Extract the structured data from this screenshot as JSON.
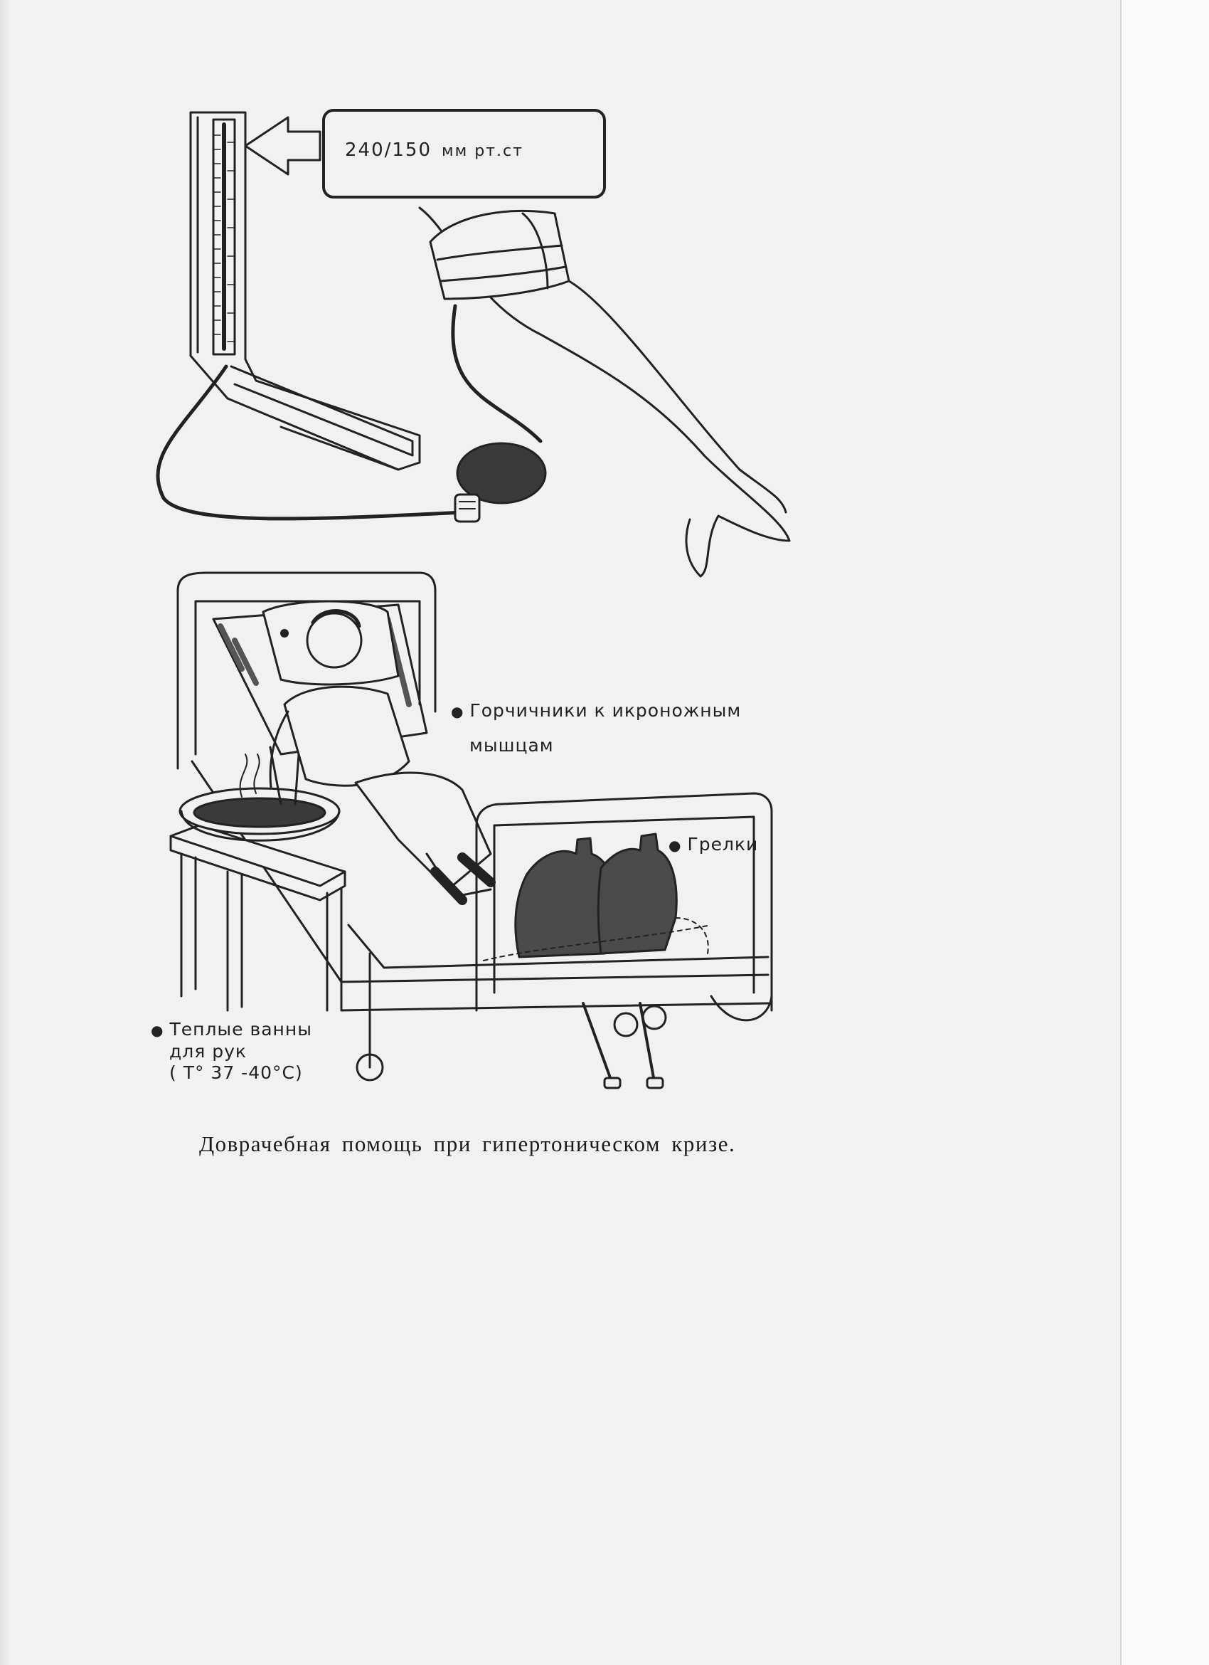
{
  "figure": {
    "bp_reading": "240/150",
    "bp_unit": "мм рт.ст",
    "mustard_plasters_line1": "Горчичники к икроножным",
    "mustard_plasters_line2": "мышцам",
    "heating_pads": "Грелки",
    "warm_baths_line1": "Теплые ванны",
    "warm_baths_line2": "для рук",
    "warm_baths_line3": "( T° 37 -40°C)",
    "bullet": "●"
  },
  "caption": "Доврачебная помощь при гипертоническом кризе.",
  "colors": {
    "ink": "#222222",
    "paper": "#f1f1f1",
    "heating_pad_fill": "#4a4a4a"
  }
}
